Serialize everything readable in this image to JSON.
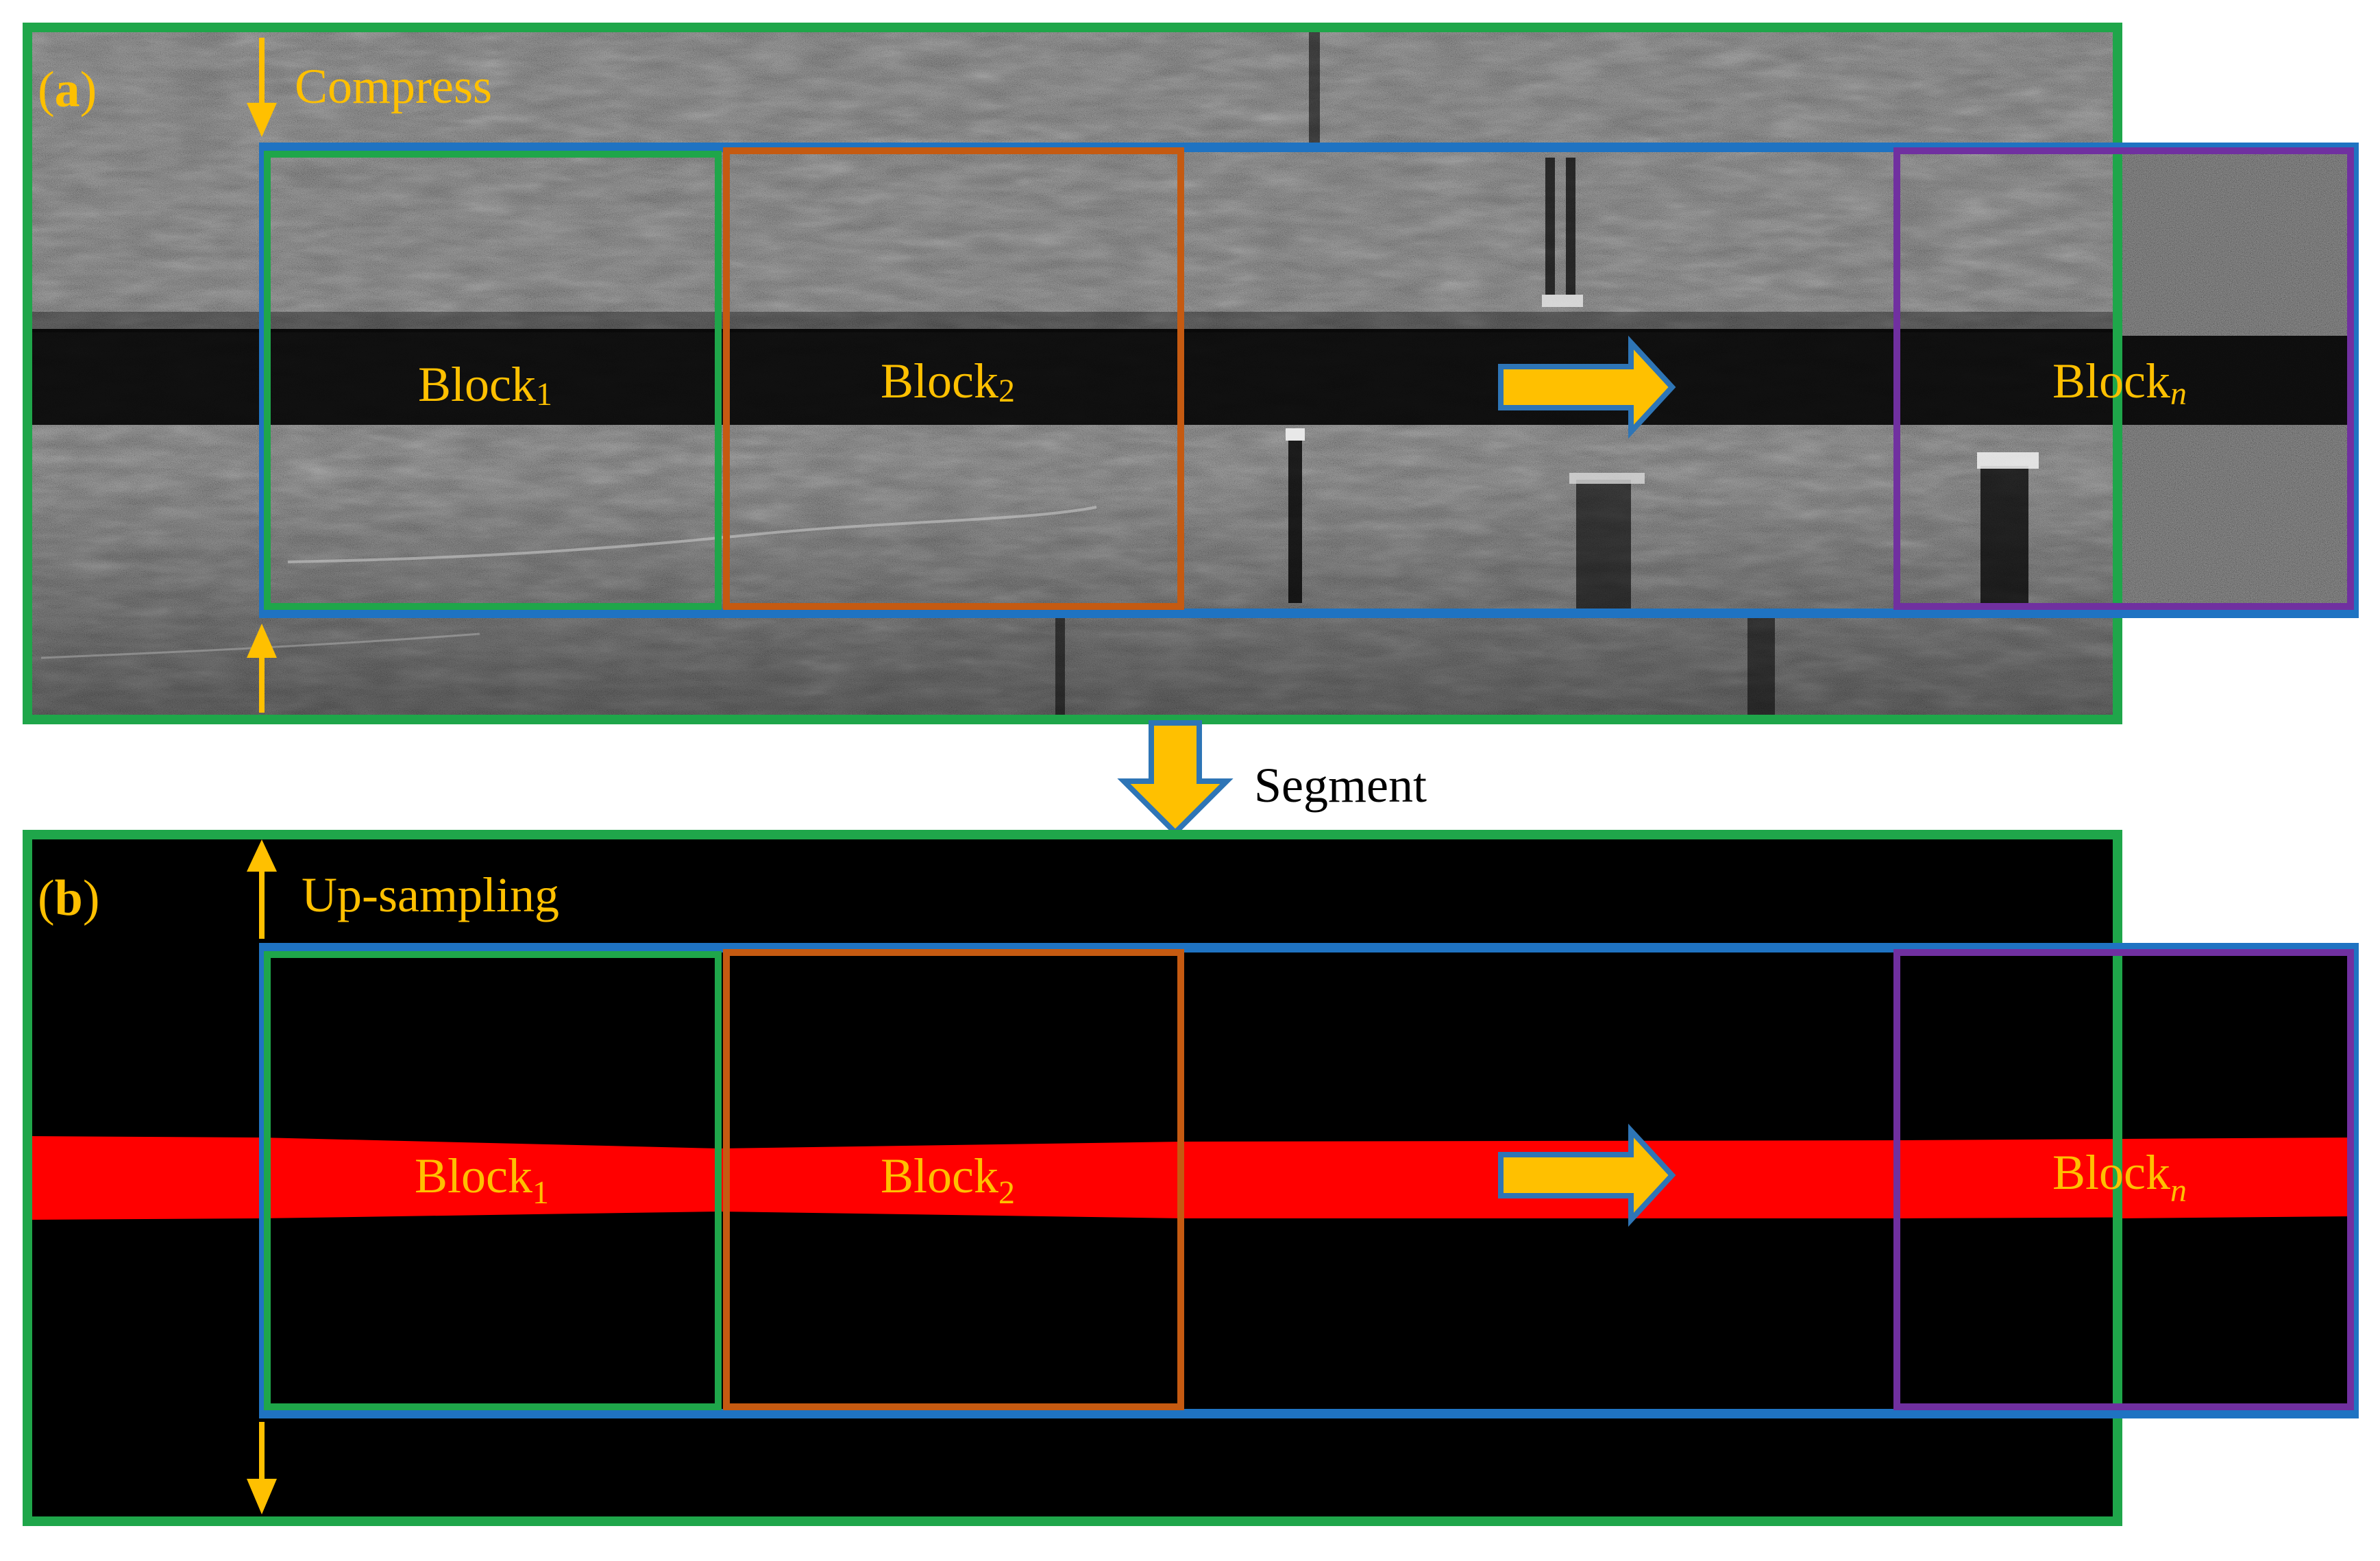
{
  "colors": {
    "panel_border": "#1fa64a",
    "strip_border": "#1f73c2",
    "block1_border": "#1fa64a",
    "block2_border": "#c55a11",
    "blockn_border": "#7030a0",
    "accent_yellow": "#ffc000",
    "arrow_outline": "#2e75b6",
    "segmentation_red": "#ff0000",
    "panel_a_bg": "#0d0d0d",
    "panel_b_bg": "#000000",
    "text_dark": "#000000"
  },
  "panel_a": {
    "label_open": "(",
    "label_letter": "a",
    "label_close": ")",
    "arrow_label": "Compress",
    "block1": {
      "base": "Block",
      "sub": "1"
    },
    "block2": {
      "base": "Block",
      "sub": "2"
    },
    "blockn": {
      "base": "Block",
      "sub": "n"
    }
  },
  "panel_b": {
    "label_open": "(",
    "label_letter": "b",
    "label_close": ")",
    "arrow_label": "Up-sampling",
    "block1": {
      "base": "Block",
      "sub": "1"
    },
    "block2": {
      "base": "Block",
      "sub": "2"
    },
    "blockn": {
      "base": "Block",
      "sub": "n"
    }
  },
  "between": {
    "label": "Segment"
  }
}
